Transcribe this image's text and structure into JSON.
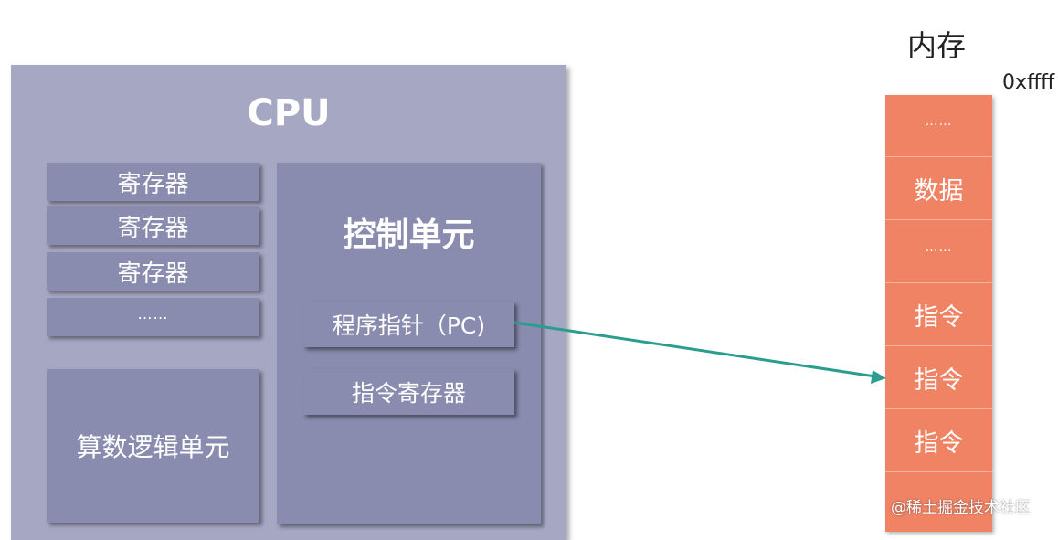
{
  "cpu": {
    "title": "CPU",
    "registers": [
      "寄存器",
      "寄存器",
      "寄存器",
      "……"
    ],
    "alu_label": "算数逻辑单元",
    "control_unit": {
      "title": "控制单元",
      "program_counter": "程序指针（PC)",
      "instruction_register": "指令寄存器"
    }
  },
  "memory": {
    "title": "内存",
    "top_address": "0xffff",
    "cells": [
      "……",
      "数据",
      "……",
      "指令",
      "指令",
      "指令",
      ""
    ]
  },
  "watermark": "@稀土掘金技术社区",
  "colors": {
    "cpu_bg": "#a6a7c3",
    "unit_bg": "#8a8caf",
    "memory_bg": "#ef8364",
    "arrow": "#2a9d8f"
  }
}
